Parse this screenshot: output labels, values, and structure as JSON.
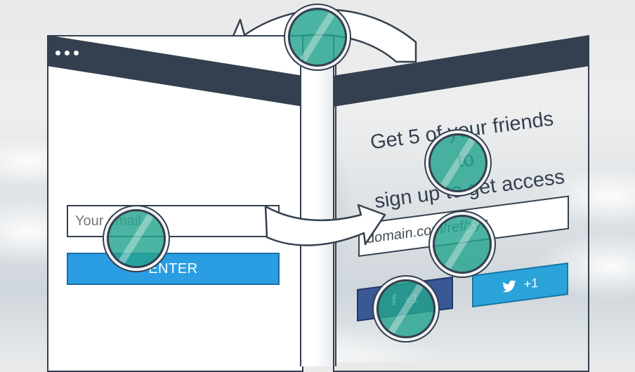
{
  "left_window": {
    "email_placeholder": "Your email",
    "enter_label": "ENTER"
  },
  "right_window": {
    "headline_line1": "Get 5 of your friends to",
    "headline_line2": "sign up to get access",
    "ref_link_value": "domain.com/ref/xyz",
    "facebook_count": "+1",
    "twitter_count": "+1"
  },
  "colors": {
    "titlebar": "#34404f",
    "enter_button": "#2a9de3",
    "facebook": "#3b5896",
    "twitter": "#2aa3d8",
    "highlight": "#24a48e"
  },
  "icons": {
    "window_controls": "three-dot-icon",
    "refresh_arrow": "curved-arrow-icon",
    "flow_arrow": "curved-right-arrow-icon",
    "facebook": "facebook-icon",
    "twitter": "twitter-bird-icon"
  }
}
